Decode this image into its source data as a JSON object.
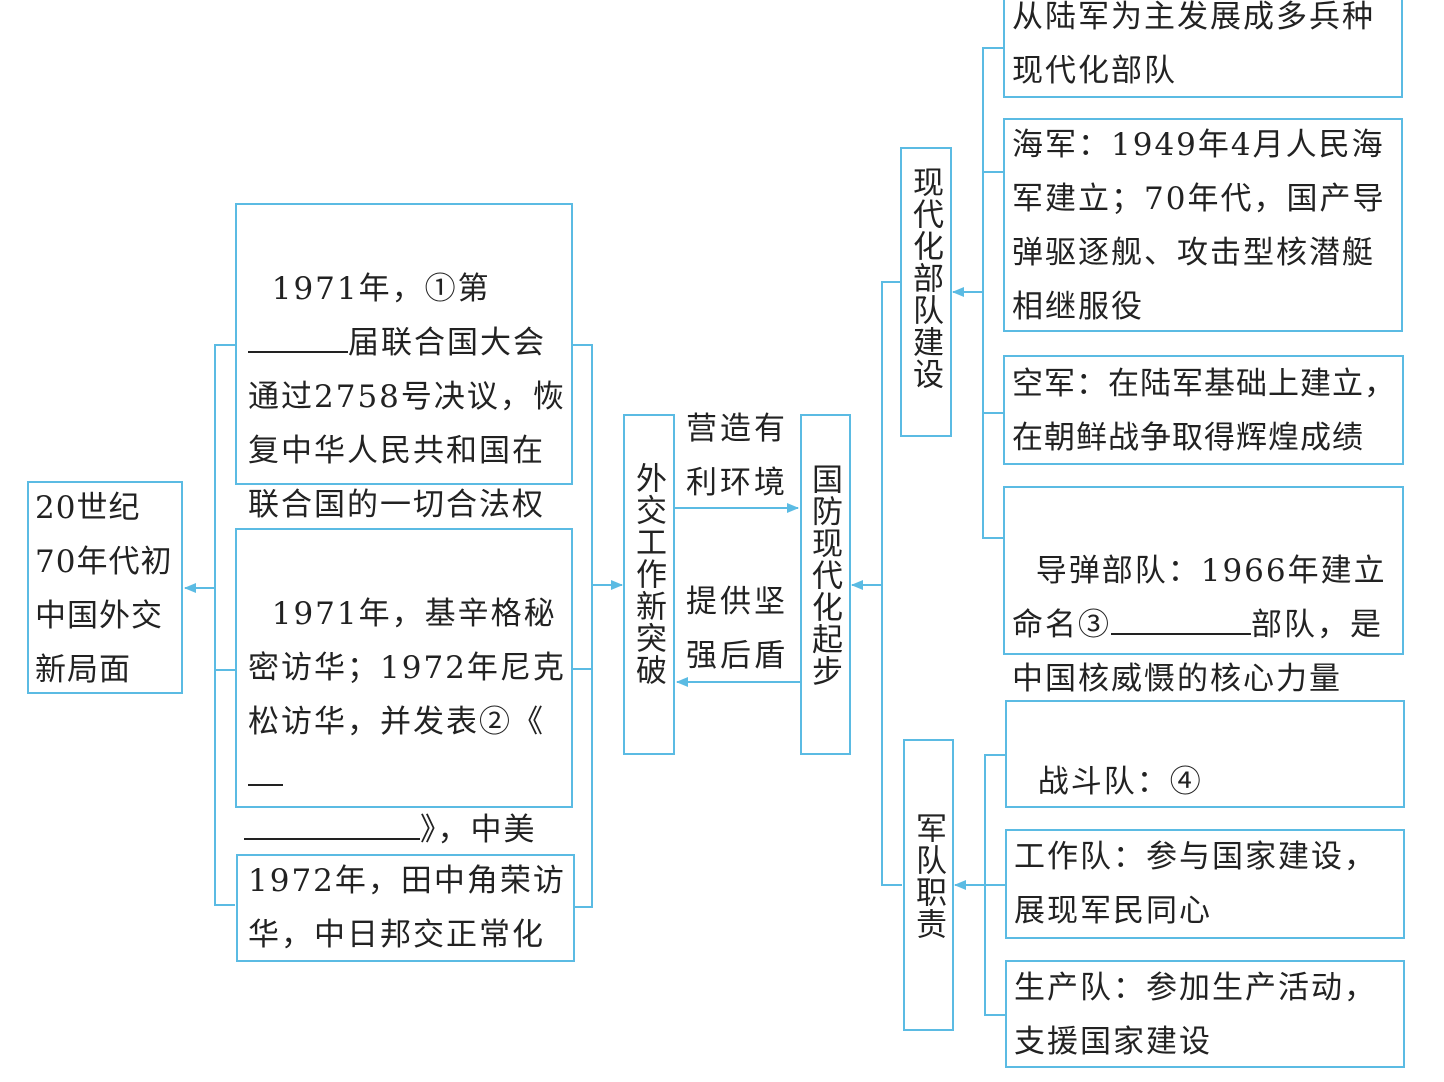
{
  "root": {
    "label": "20世纪70年代初中国外交新局面"
  },
  "diplomacy_events": [
    {
      "label_a": "1971年，①第",
      "label_b": "届联合国大会通过2758号决议，恢复中华人民共和国在联合国的一切合法权利"
    },
    {
      "label_a": "1971年，基辛格秘密访华；1972年尼克松访华，并发表②《",
      "label_b": "》，中美关系正常化"
    },
    {
      "label": "1972年，田中角荣访华，中日邦交正常化"
    }
  ],
  "diplomacy_node": {
    "label": "外交工作新突破"
  },
  "defense_node": {
    "label": "国防现代化起步"
  },
  "links": {
    "to_defense": "营造有利环境",
    "to_diplomacy": "提供坚强后盾"
  },
  "modernization": {
    "label": "现代化部队建设",
    "items": [
      {
        "label": "从陆军为主发展成多兵种现代化部队"
      },
      {
        "label": "海军：1949年4月人民海军建立；70年代，国产导弹驱逐舰、攻击型核潜艇相继服役"
      },
      {
        "label": "空军：在陆军基础上建立，在朝鲜战争取得辉煌成绩"
      },
      {
        "label_a": "导弹部队：1966年建立命名③",
        "label_b": "部队，是中国核威慑的核心力量"
      }
    ]
  },
  "duties": {
    "label": "军队职责",
    "items": [
      {
        "label": "战斗队：④"
      },
      {
        "label": "工作队：参与国家建设，展现军民同心"
      },
      {
        "label": "生产队：参加生产活动，支援国家建设"
      }
    ]
  },
  "colors": {
    "line": "#5bbbe3",
    "text": "#222222"
  }
}
